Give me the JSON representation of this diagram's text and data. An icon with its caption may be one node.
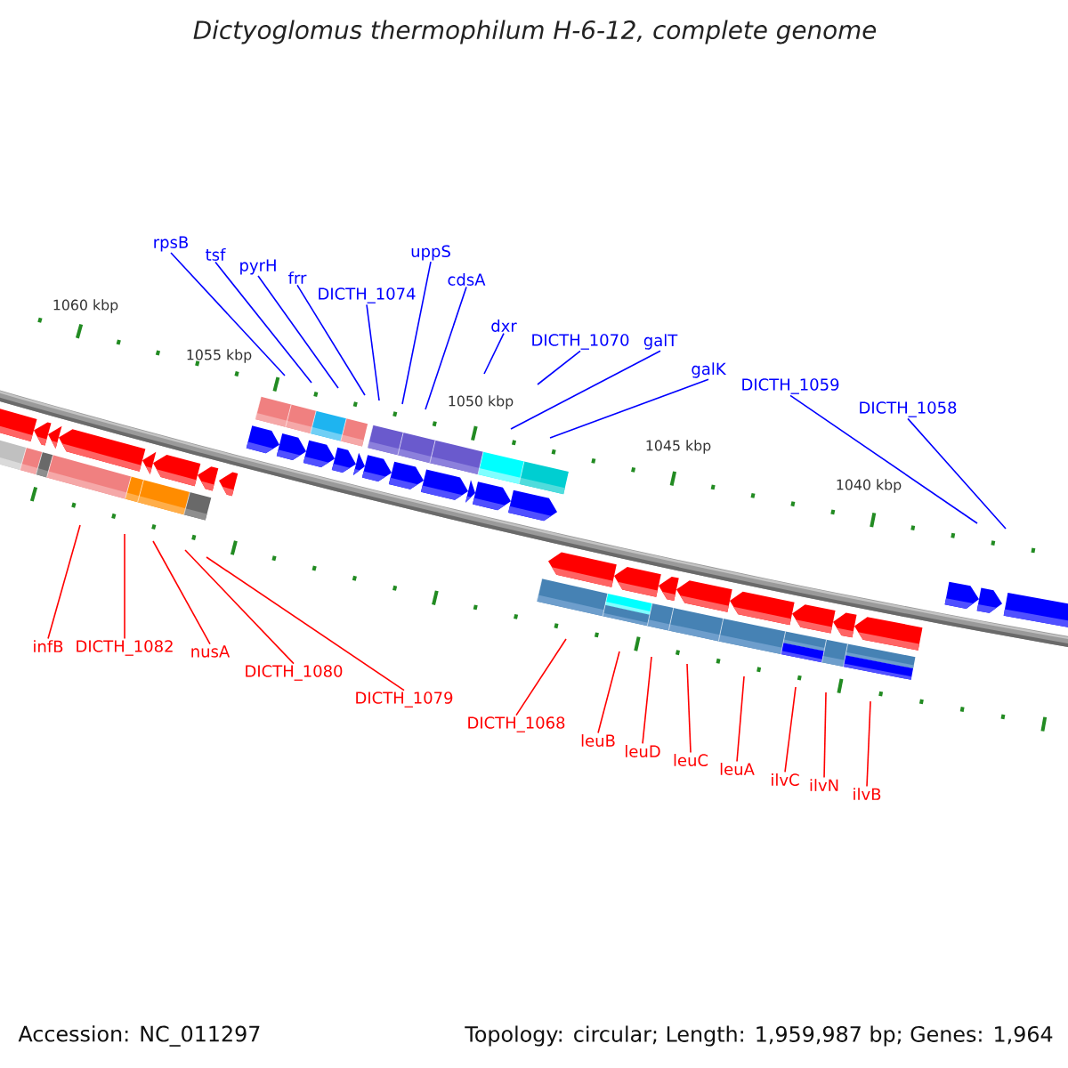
{
  "diagram": {
    "title": "Dictyoglomus thermophilum H-6-12, complete genome",
    "nodes": [
      {
        "text": [
          "rpsB"
        ]
      },
      {
        "text": [
          "tsf"
        ]
      },
      {
        "text": [
          "pyrH"
        ]
      },
      {
        "text": [
          "frr"
        ]
      },
      {
        "text": [
          "DICTH_1074"
        ]
      },
      {
        "text": [
          "uppS"
        ]
      },
      {
        "text": [
          "cdsA"
        ]
      },
      {
        "text": [
          "dxr"
        ]
      },
      {
        "text": [
          "DICTH_1070"
        ]
      },
      {
        "text": [
          "galT"
        ]
      },
      {
        "text": [
          "galK"
        ]
      },
      {
        "text": [
          "DICTH_1059"
        ]
      },
      {
        "text": [
          "DICTH_1058"
        ]
      },
      {
        "text": [
          "infB"
        ]
      },
      {
        "text": [
          "DICTH_1082"
        ]
      },
      {
        "text": [
          "nusA"
        ]
      },
      {
        "text": [
          "DICTH_1080"
        ]
      },
      {
        "text": [
          "DICTH_1079"
        ]
      },
      {
        "text": [
          "DICTH_1068"
        ]
      },
      {
        "text": [
          "leuB"
        ]
      },
      {
        "text": [
          "leuD"
        ]
      },
      {
        "text": [
          "leuC"
        ]
      },
      {
        "text": [
          "leuA"
        ]
      },
      {
        "text": [
          "ilvC"
        ]
      },
      {
        "text": [
          "ilvN"
        ]
      },
      {
        "text": [
          "ilvB"
        ]
      }
    ],
    "edges": [
      {
        "from": 0,
        "to": null,
        "arrow": "none",
        "color": "#0000ff"
      },
      {
        "from": 1,
        "to": null,
        "arrow": "none",
        "color": "#0000ff"
      },
      {
        "from": 2,
        "to": null,
        "arrow": "none",
        "color": "#0000ff"
      },
      {
        "from": 3,
        "to": null,
        "arrow": "none",
        "color": "#0000ff"
      },
      {
        "from": 4,
        "to": null,
        "arrow": "none",
        "color": "#0000ff"
      },
      {
        "from": 5,
        "to": null,
        "arrow": "none",
        "color": "#0000ff"
      },
      {
        "from": 6,
        "to": null,
        "arrow": "none",
        "color": "#0000ff"
      },
      {
        "from": 7,
        "to": null,
        "arrow": "none",
        "color": "#0000ff"
      },
      {
        "from": 8,
        "to": null,
        "arrow": "none",
        "color": "#0000ff"
      },
      {
        "from": 9,
        "to": null,
        "arrow": "none",
        "color": "#0000ff"
      },
      {
        "from": 10,
        "to": null,
        "arrow": "none",
        "color": "#0000ff"
      },
      {
        "from": 11,
        "to": null,
        "arrow": "none",
        "color": "#0000ff"
      },
      {
        "from": 12,
        "to": null,
        "arrow": "none",
        "color": "#0000ff"
      },
      {
        "from": 13,
        "to": null,
        "arrow": "none",
        "color": "#ff0000"
      },
      {
        "from": 14,
        "to": null,
        "arrow": "none",
        "color": "#ff0000"
      },
      {
        "from": 15,
        "to": null,
        "arrow": "none",
        "color": "#ff0000"
      },
      {
        "from": 16,
        "to": null,
        "arrow": "none",
        "color": "#ff0000"
      },
      {
        "from": 17,
        "to": null,
        "arrow": "none",
        "color": "#ff0000"
      },
      {
        "from": 18,
        "to": null,
        "arrow": "none",
        "color": "#ff0000"
      },
      {
        "from": 19,
        "to": null,
        "arrow": "none",
        "color": "#ff0000"
      },
      {
        "from": 20,
        "to": null,
        "arrow": "none",
        "color": "#ff0000"
      },
      {
        "from": 21,
        "to": null,
        "arrow": "none",
        "color": "#ff0000"
      },
      {
        "from": 22,
        "to": null,
        "arrow": "none",
        "color": "#ff0000"
      },
      {
        "from": 23,
        "to": null,
        "arrow": "none",
        "color": "#ff0000"
      },
      {
        "from": 24,
        "to": null,
        "arrow": "none",
        "color": "#ff0000"
      },
      {
        "from": 25,
        "to": null,
        "arrow": "none",
        "color": "#ff0000"
      }
    ],
    "labels": [
      "1060 kbp",
      "1055 kbp",
      "1050 kbp",
      "1045 kbp",
      "1040 kbp",
      "Accession: NC_011297",
      "Topology: circular; Length: 1,959,987 bp; Genes: 1,964"
    ]
  }
}
